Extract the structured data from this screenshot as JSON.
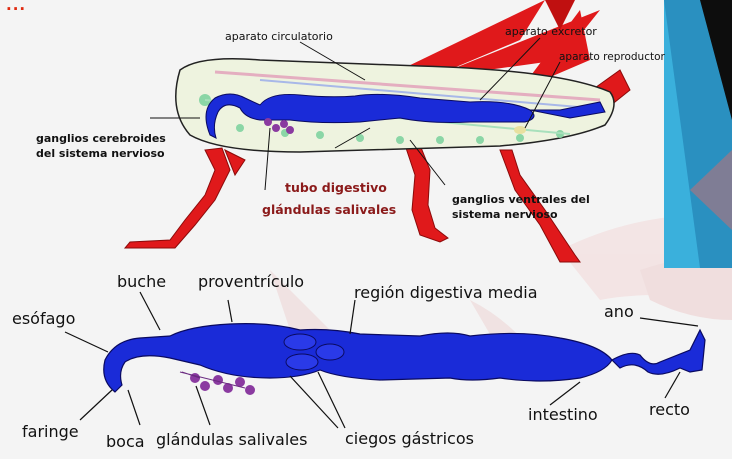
{
  "top_diagram": {
    "labels": {
      "circulatory": "aparato circulatorio",
      "excretory": "aparato excretor",
      "reproductive": "aparato reproductor",
      "cerebral_ganglia_line1": "ganglios cerebroides",
      "cerebral_ganglia_line2": "del sistema nervioso",
      "digestive_tube": "tubo digestivo",
      "salivary_glands": "glándulas salivales",
      "ventral_ganglia_line1": "ganglios ventrales del",
      "ventral_ganglia_line2": "sistema nervioso"
    }
  },
  "bottom_diagram": {
    "labels": {
      "crop": "buche",
      "proventriculus": "proventrículo",
      "midgut": "región digestiva media",
      "esophagus": "esófago",
      "anus": "ano",
      "pharynx": "faringe",
      "mouth": "boca",
      "salivary_glands": "glándulas salivales",
      "gastric_caeca": "ciegos gástricos",
      "intestine": "intestino",
      "rectum": "recto"
    }
  },
  "colors": {
    "organ_blue": "#1a2bd8",
    "leg_red": "#e0191b",
    "gland_purple": "#8a3aa0",
    "body_fill": "#eef3df",
    "side_panel": "#3ab0dc"
  }
}
